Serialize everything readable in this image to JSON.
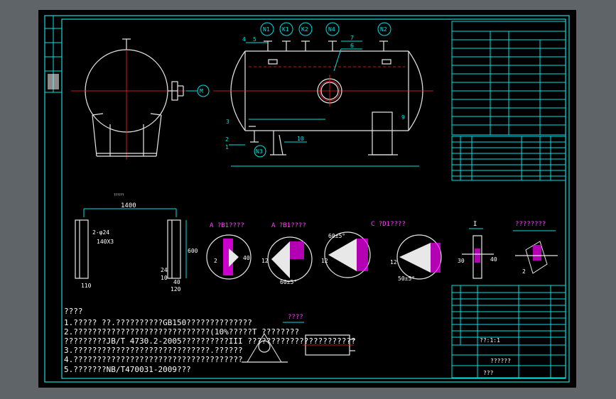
{
  "nozzles": {
    "n1": "N1",
    "k1": "K1",
    "k2": "K2",
    "n4": "N4",
    "n2": "N2",
    "m": "M",
    "n3": "N3"
  },
  "parts": {
    "p4": "4",
    "p5": "5",
    "p6": "6",
    "p7": "7",
    "p3": "3",
    "p2": "2",
    "p1": "1",
    "p9": "9",
    "p10": "10"
  },
  "support_detail": {
    "title": "??????",
    "width": "1400",
    "note1": "2-φ24",
    "note2": "140X3",
    "height": "600",
    "bottom": "110",
    "w40": "40",
    "w120": "120",
    "left24": "24",
    "left10": "10"
  },
  "welds": [
    {
      "label": "A  ?B1????",
      "dim1": "2",
      "dim2": "40"
    },
    {
      "label": "A  ?B1????",
      "dim1": "12",
      "dim2": "60±5°"
    },
    {
      "label": "C  ?D1????",
      "dim1": "12",
      "dim2": "60±5°"
    },
    {
      "label": "",
      "dim1": "12",
      "dim2": "50±5°"
    }
  ],
  "detail_i": {
    "label": "I",
    "dim": "30",
    "dim2": "40"
  },
  "detail_ii": {
    "label": "????????",
    "dim": "2"
  },
  "notes": {
    "heading": "????",
    "lines": [
      "1.????? ??.??????????GB150??????????????",
      "2.?????????????????????????????(10%?????T  ????????",
      "?????????JB/T 4730.2-2005??????????III ???????????????????????",
      "3.?????????????????????????????.??????",
      "4.????????????????????????????????????",
      "5.???????NB/T470031-2009???"
    ]
  },
  "lifting_lug": {
    "title": "????"
  },
  "title_block": {
    "scale": "??:1:1",
    "drawing": "??????",
    "dwg_no": "???"
  },
  "colors": {
    "cyan": "#00e0e0",
    "red": "#ff2020",
    "white": "#e8e8e8",
    "magenta": "#ff00ff"
  }
}
